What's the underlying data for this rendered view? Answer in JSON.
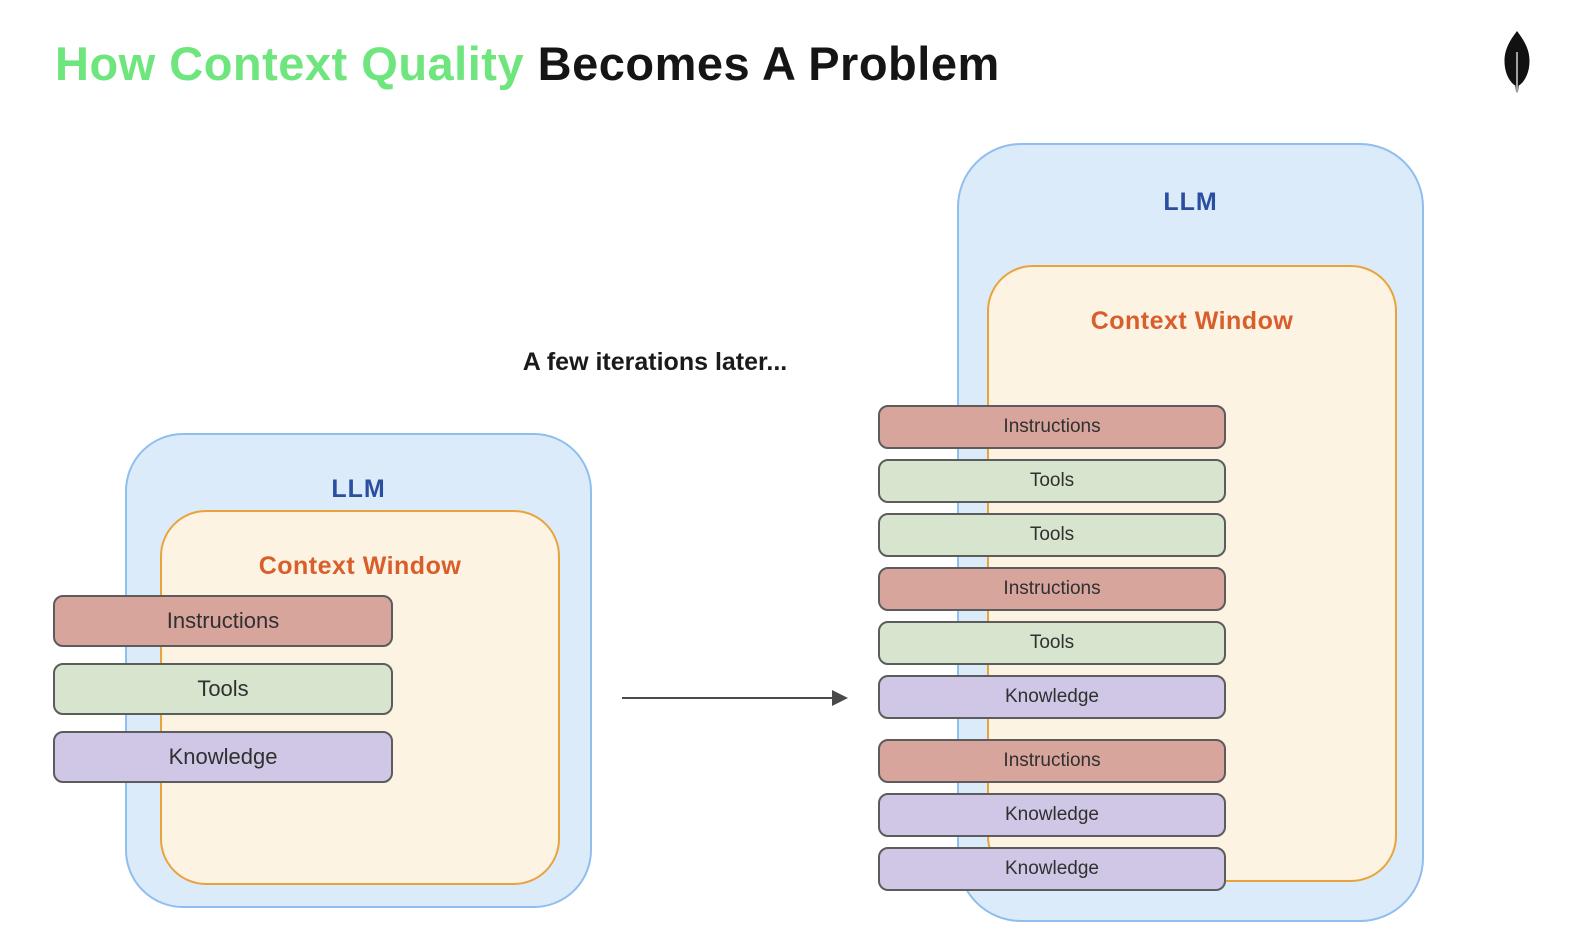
{
  "title": {
    "highlight": "How Context Quality ",
    "rest": "Becomes A Problem"
  },
  "logo_icon": "mongodb-leaf-icon",
  "transition_label": "A few iterations later...",
  "before": {
    "llm_label": "LLM",
    "context_window_label": "Context Window",
    "pills": [
      {
        "label": "Instructions",
        "type": "instructions"
      },
      {
        "label": "Tools",
        "type": "tools"
      },
      {
        "label": "Knowledge",
        "type": "knowledge"
      }
    ]
  },
  "after": {
    "llm_label": "LLM",
    "context_window_label": "Context Window",
    "pills": [
      {
        "label": "Instructions",
        "type": "instructions"
      },
      {
        "label": "Tools",
        "type": "tools"
      },
      {
        "label": "Tools",
        "type": "tools"
      },
      {
        "label": "Instructions",
        "type": "instructions"
      },
      {
        "label": "Tools",
        "type": "tools"
      },
      {
        "label": "Knowledge",
        "type": "knowledge"
      },
      {
        "label": "Instructions",
        "type": "instructions",
        "extra_gap": true
      },
      {
        "label": "Knowledge",
        "type": "knowledge"
      },
      {
        "label": "Knowledge",
        "type": "knowledge"
      }
    ]
  },
  "colors": {
    "title_green": "#6FE57D",
    "title_black": "#151515",
    "blue_fill": "#DCEBFA",
    "blue_border": "#8FBEEF",
    "cream_fill": "#FCF3E2",
    "orange_border": "#E9A33C",
    "llm_text": "#2B4FA0",
    "cw_text": "#D85E2B",
    "instructions_fill": "#D8A59D",
    "tools_fill": "#D7E5CF",
    "knowledge_fill": "#CFC7E5",
    "pill_border": "#5C5C5C",
    "pill_text": "#303030",
    "arrow_color": "#4A4A4A",
    "leaf_color": "#111111"
  }
}
